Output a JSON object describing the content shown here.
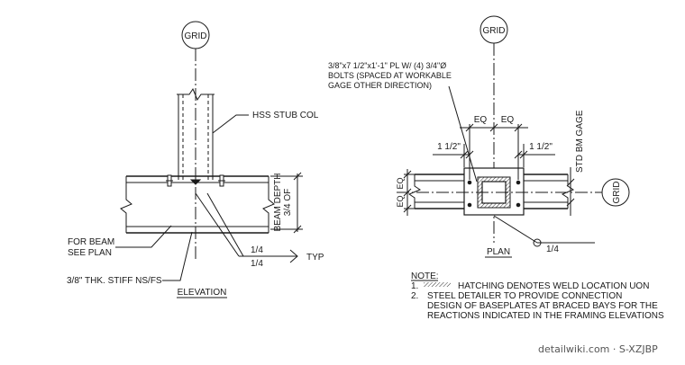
{
  "elevation": {
    "grid_label": "GRID",
    "hss_label": "HSS STUB COL",
    "beam_depth_line1": "3/4 OF",
    "beam_depth_line2": "BEAM DEPTH",
    "for_beam_line1": "FOR BEAM",
    "for_beam_line2": "SEE PLAN",
    "weld_top": "1/4",
    "weld_bottom": "1/4",
    "weld_typ": "TYP",
    "stiff_note": "3/8\" THK. STIFF NS/FS",
    "title": "ELEVATION"
  },
  "plan": {
    "grid_top_label": "GRID",
    "grid_right_label": "GRID",
    "plate_note_line1": "3/8\"x7 1/2\"x1'-1\" PL W/ (4) 3/4\"Ø",
    "plate_note_line2": "BOLTS (SPACED AT WORKABLE",
    "plate_note_line3": "GAGE OTHER DIRECTION)",
    "eq_left": "EQ",
    "eq_right": "EQ",
    "dim_left": "1 1/2\"",
    "dim_right": "1 1/2\"",
    "std_gage": "STD BM GAGE",
    "eq_vert_top": "EQ",
    "eq_vert_bottom": "EQ",
    "title": "PLAN",
    "weld_size": "1/4"
  },
  "notes": {
    "heading": "NOTE:",
    "n1_num": "1.",
    "n1_text": "HATCHING DENOTES WELD LOCATION UON",
    "n2_num": "2.",
    "n2_line1": "STEEL DETAILER TO PROVIDE CONNECTION",
    "n2_line2": "DESIGN OF BASEPLATES AT BRACED BAYS FOR THE",
    "n2_line3": "REACTIONS INDICATED IN THE FRAMING ELEVATIONS"
  },
  "watermark": "detailwiki.com · S-XZJBP"
}
